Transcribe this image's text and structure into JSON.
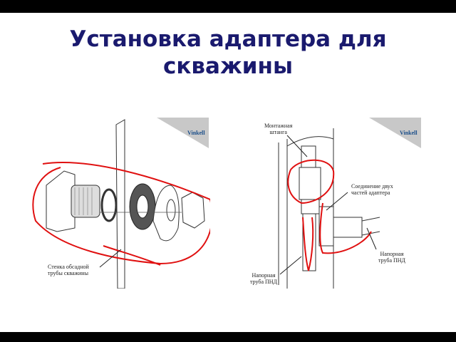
{
  "slide": {
    "title_line1": "Установка адаптера для",
    "title_line2": "скважины"
  },
  "left_figure": {
    "logo": "Vinkell",
    "label_line1": "Стенка обсадной",
    "label_line2": "трубы скважины"
  },
  "right_figure": {
    "logo": "Vinkell",
    "label_rod_line1": "Монтажная",
    "label_rod_line2": "штанга",
    "label_joint_line1": "Соединение двух",
    "label_joint_line2": "частей адаптера",
    "label_pipe_right_line1": "Напорная",
    "label_pipe_right_line2": "труба ПНД",
    "label_pipe_left_line1": "Напорная",
    "label_pipe_left_line2": "труба ПНД"
  },
  "colors": {
    "title": "#1a1a6e",
    "annotation": "#e01010",
    "logo": "#1c4f8a"
  }
}
